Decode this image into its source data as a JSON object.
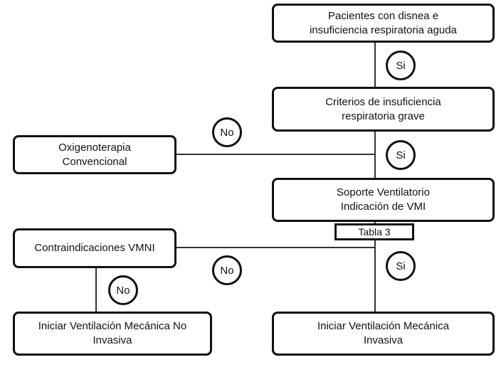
{
  "nodes": {
    "pacientes": "Pacientes con disnea e\ninsuficiencia respiratoria aguda",
    "criterios": "Criterios de insuficiencia\nrespiratoria grave",
    "oxigenoterapia": "Oxigenoterapia\nConvencional",
    "soporte": "Soporte Ventilatorio\nIndicación de VMI",
    "contraindicaciones": "Contraindicaciones VMNI",
    "vmni": "Iniciar Ventilación Mecánica No\nInvasiva",
    "vmi": "Iniciar Ventilación Mecánica\nInvasiva"
  },
  "table_ref": "Tabla 3",
  "edges": {
    "yes": "Si",
    "no": "No"
  }
}
